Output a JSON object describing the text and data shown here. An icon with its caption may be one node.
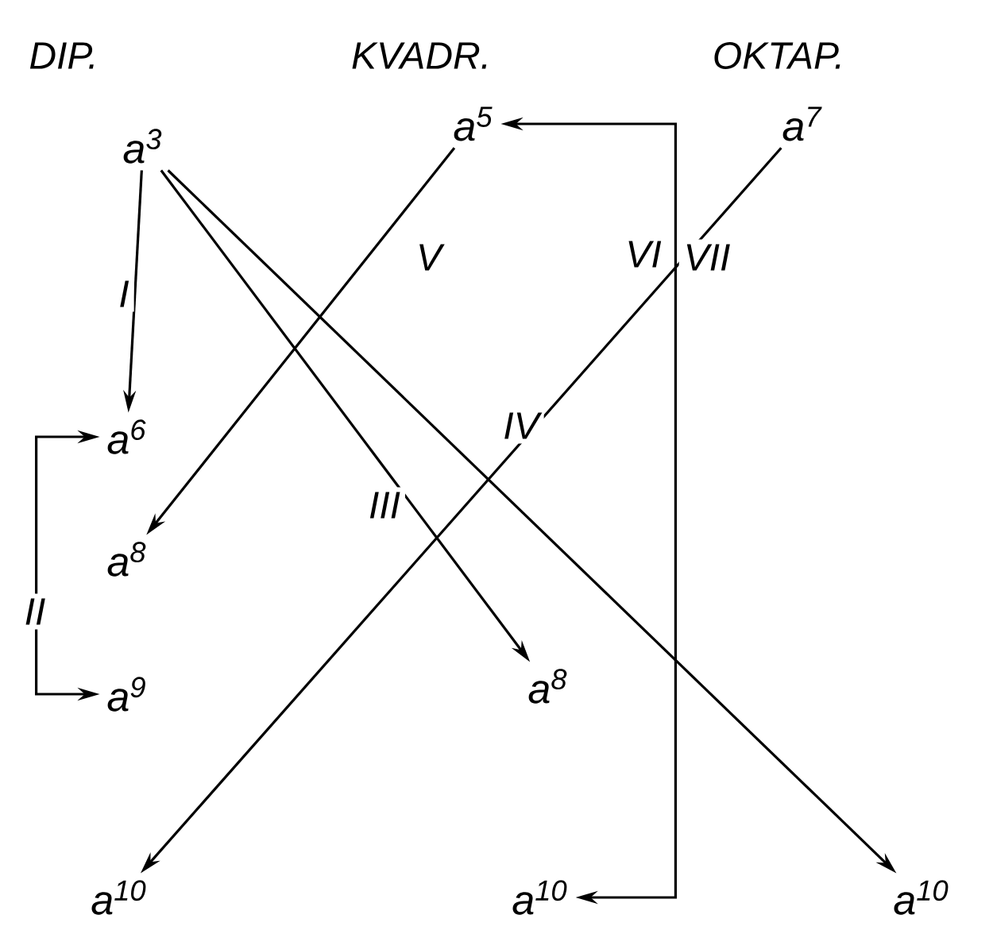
{
  "diagram": {
    "nodes": [
      {
        "text": [
          "a$^{3}$"
        ]
      },
      {
        "text": [
          "a$^{5}$"
        ]
      },
      {
        "text": [
          "a$^{7}$"
        ]
      },
      {
        "text": [
          "a$^{6}$"
        ]
      },
      {
        "text": [
          "a$^{8}$"
        ]
      },
      {
        "text": [
          "a$^{9}$"
        ]
      },
      {
        "text": [
          "a$^{8}$"
        ]
      },
      {
        "text": [
          "a$^{10}$"
        ]
      },
      {
        "text": [
          "a$^{10}$"
        ]
      },
      {
        "text": [
          "a$^{10}$"
        ]
      }
    ],
    "edges": [
      {
        "from": 0,
        "to": 3,
        "arrow": "to",
        "label": "I"
      },
      {
        "from": 3,
        "to": 5,
        "arrow": "both",
        "label": "II"
      },
      {
        "from": 0,
        "to": 6,
        "arrow": "to",
        "label": "III"
      },
      {
        "from": 0,
        "to": 9,
        "arrow": "to",
        "label": "IV"
      },
      {
        "from": 1,
        "to": 4,
        "arrow": "to",
        "label": "V"
      },
      {
        "from": 1,
        "to": 8,
        "arrow": "both",
        "label": "VI"
      },
      {
        "from": 2,
        "to": 7,
        "arrow": "to",
        "label": "VII"
      }
    ],
    "labels": [
      "DIP.",
      "KVADR.",
      "OKTAP."
    ]
  }
}
